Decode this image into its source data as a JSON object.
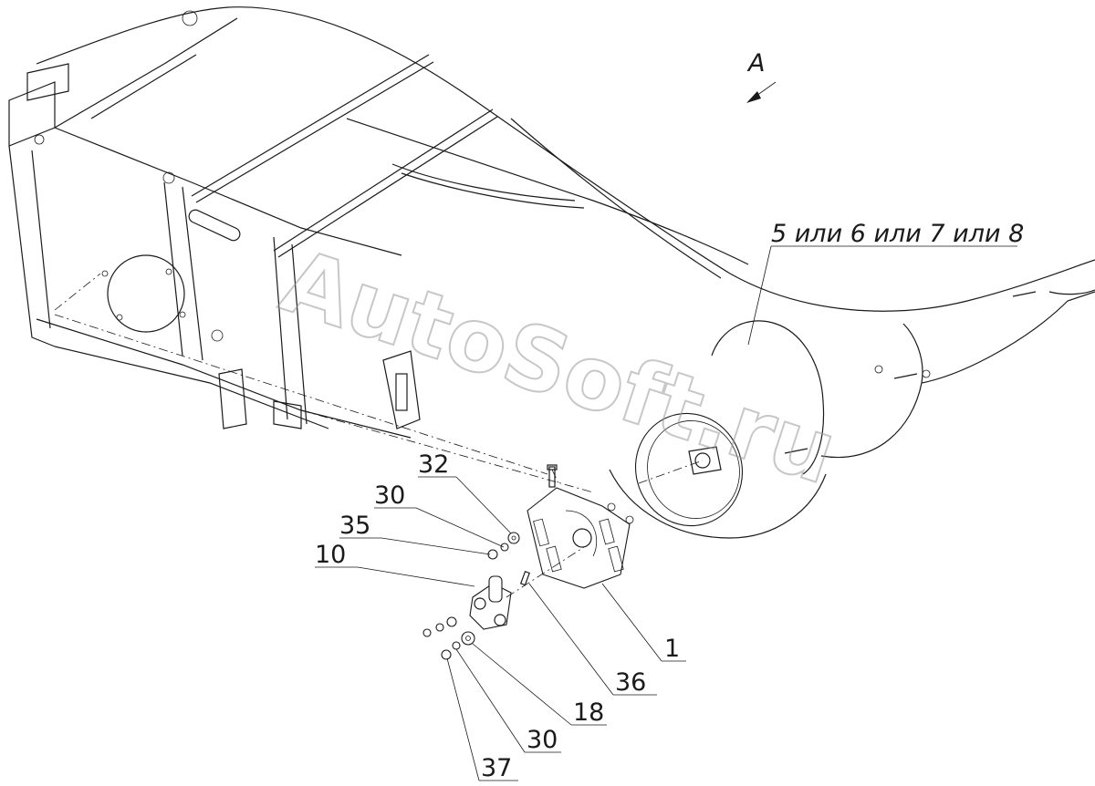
{
  "view_label": "A",
  "callouts": {
    "housing": "5 или 6 или 7 или 8",
    "plate": "1",
    "washer_32": "32",
    "washer_30_top": "30",
    "nut_35": "35",
    "hinge_10": "10",
    "pin_36": "36",
    "washer_18": "18",
    "washer_30_bottom": "30",
    "nut_37": "37"
  },
  "watermark": "AutoSoft.ru"
}
